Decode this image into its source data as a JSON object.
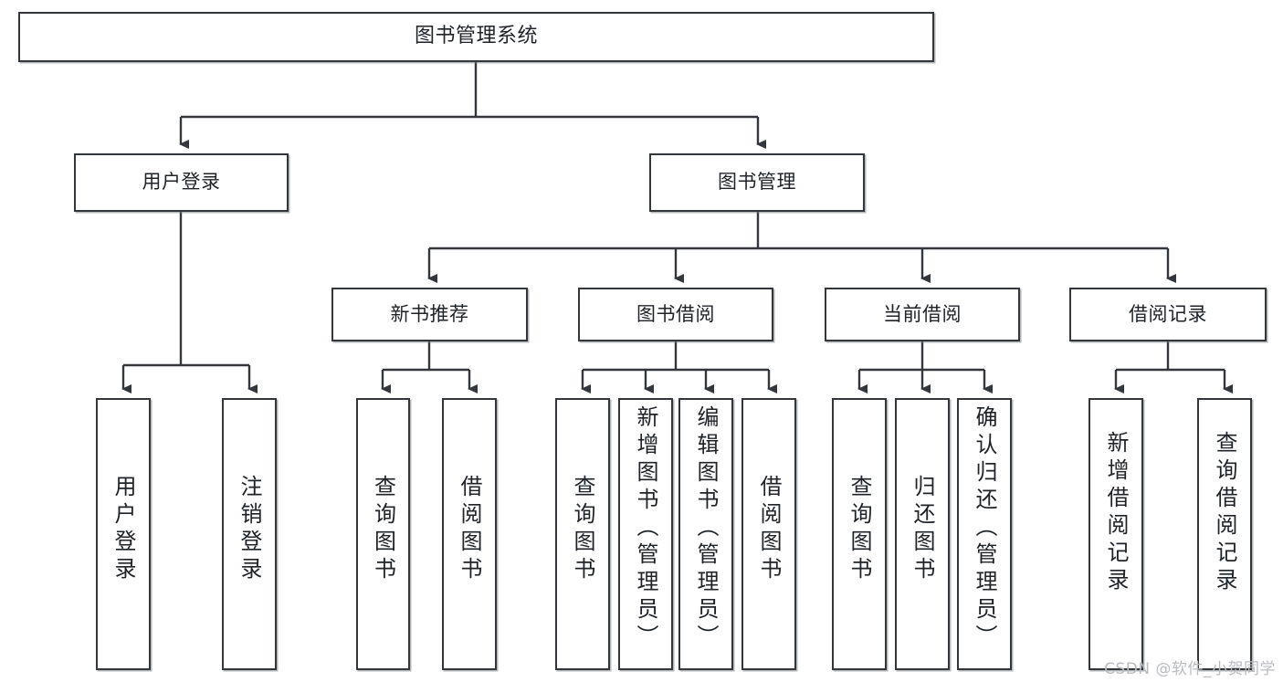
{
  "diagram": {
    "title": "图书管理系统",
    "type": "tree-hierarchy-diagram",
    "root": {
      "label": "图书管理系统"
    },
    "level2": [
      {
        "label": "用户登录"
      },
      {
        "label": "图书管理"
      }
    ],
    "level3": [
      {
        "label": "新书推荐"
      },
      {
        "label": "图书借阅"
      },
      {
        "label": "当前借阅"
      },
      {
        "label": "借阅记录"
      }
    ],
    "leaves": {
      "user_login": [
        {
          "label": "用户登录"
        },
        {
          "label": "注销登录"
        }
      ],
      "new_book_recommend": [
        {
          "label": "查询图书"
        },
        {
          "label": "借阅图书"
        }
      ],
      "book_borrow": [
        {
          "label": "查询图书"
        },
        {
          "label": "新增图书（管理员）"
        },
        {
          "label": "编辑图书（管理员）"
        },
        {
          "label": "借阅图书"
        }
      ],
      "current_borrow": [
        {
          "label": "查询图书"
        },
        {
          "label": "归还图书"
        },
        {
          "label": "确认归还（管理员）"
        }
      ],
      "borrow_record": [
        {
          "label": "新增借阅记录"
        },
        {
          "label": "查询借阅记录"
        }
      ]
    }
  },
  "watermark": {
    "text": "CSDN @软件_小贺同学"
  },
  "colors": {
    "border": "#33373b",
    "text": "#1f2327",
    "background": "#ffffff",
    "watermark": "#b9bcc0"
  }
}
